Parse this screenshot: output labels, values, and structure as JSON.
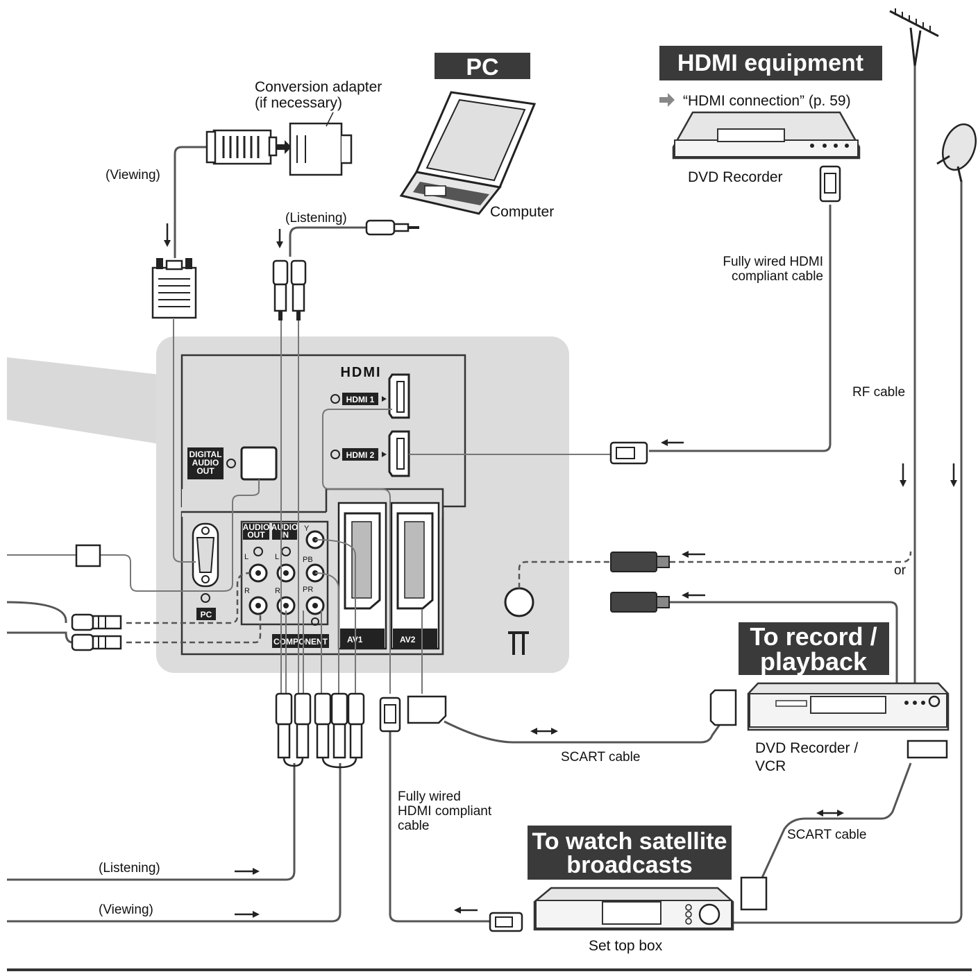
{
  "banners": {
    "pc": "PC",
    "hdmi_equipment": "HDMI equipment",
    "record_line1": "To record /",
    "record_line2": "playback",
    "satellite_line1": "To watch satellite",
    "satellite_line2": "broadcasts"
  },
  "labels": {
    "conversion_adapter_line1": "Conversion adapter",
    "conversion_adapter_line2": "(if necessary)",
    "viewing_top": "(Viewing)",
    "listening_top": "(Listening)",
    "computer": "Computer",
    "hdmi_connection_ref": "“HDMI connection” (p. 59)",
    "dvd_recorder_top": "DVD Recorder",
    "fully_wired_hdmi_line1": "Fully wired HDMI",
    "fully_wired_hdmi_line2": "compliant cable",
    "rf_cable": "RF cable",
    "or": "or",
    "dvd_recorder_vcr_line1": "DVD Recorder /",
    "dvd_recorder_vcr_line2": "VCR",
    "scart_cable_1": "SCART cable",
    "scart_cable_2": "SCART cable",
    "fully_wired_hdmi2_line1": "Fully wired",
    "fully_wired_hdmi2_line2": "HDMI compliant",
    "fully_wired_hdmi2_line3": "cable",
    "listening_bottom": "(Listening)",
    "viewing_bottom": "(Viewing)",
    "set_top_box": "Set top box"
  },
  "panel": {
    "hdmi_logo": "HDMI",
    "hdmi1": "HDMI 1",
    "hdmi2": "HDMI 2",
    "digital_audio_out_line1": "DIGITAL",
    "digital_audio_out_line2": "AUDIO",
    "digital_audio_out_line3": "OUT",
    "pc": "PC",
    "audio_out_line1": "AUDIO",
    "audio_out_line2": "OUT",
    "audio_in_line1": "AUDIO",
    "audio_in_line2": "IN",
    "component": "COMPONENT",
    "av1": "AV1",
    "av2": "AV2",
    "l": "L",
    "r": "R",
    "y": "Y",
    "pb": "PB",
    "pr": "PR"
  },
  "icons": [
    "arrow-down-icon",
    "arrow-left-icon",
    "arrow-right-icon",
    "double-arrow-icon",
    "pointer-arrow-icon",
    "antenna-icon",
    "satellite-dish-icon",
    "aerial-socket-icon"
  ],
  "colors": {
    "banner": "#3a3a3a",
    "panel": "#dcdcdc",
    "cable": "#555555"
  }
}
